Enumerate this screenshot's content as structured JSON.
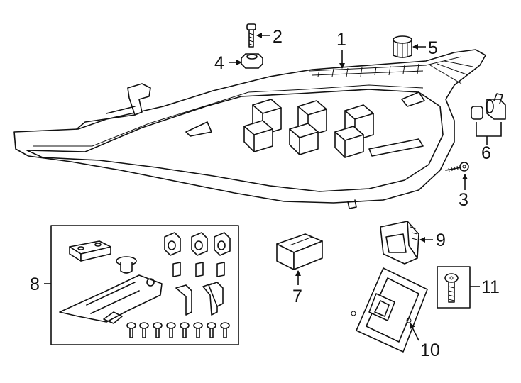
{
  "diagram": {
    "callouts": [
      {
        "id": "1",
        "text": "1"
      },
      {
        "id": "2",
        "text": "2"
      },
      {
        "id": "3",
        "text": "3"
      },
      {
        "id": "4",
        "text": "4"
      },
      {
        "id": "5",
        "text": "5"
      },
      {
        "id": "6",
        "text": "6"
      },
      {
        "id": "7",
        "text": "7"
      },
      {
        "id": "8",
        "text": "8"
      },
      {
        "id": "9",
        "text": "9"
      },
      {
        "id": "10",
        "text": "10"
      },
      {
        "id": "11",
        "text": "11"
      }
    ],
    "parts": [
      {
        "name": "headlamp-assembly"
      },
      {
        "name": "bolt"
      },
      {
        "name": "screw"
      },
      {
        "name": "nut"
      },
      {
        "name": "cap"
      },
      {
        "name": "bulb-and-socket"
      },
      {
        "name": "module"
      },
      {
        "name": "repair-kit"
      },
      {
        "name": "led-module"
      },
      {
        "name": "control-module"
      },
      {
        "name": "screw-small"
      }
    ],
    "colors": {
      "ink": "#111111",
      "background": "#ffffff"
    }
  }
}
